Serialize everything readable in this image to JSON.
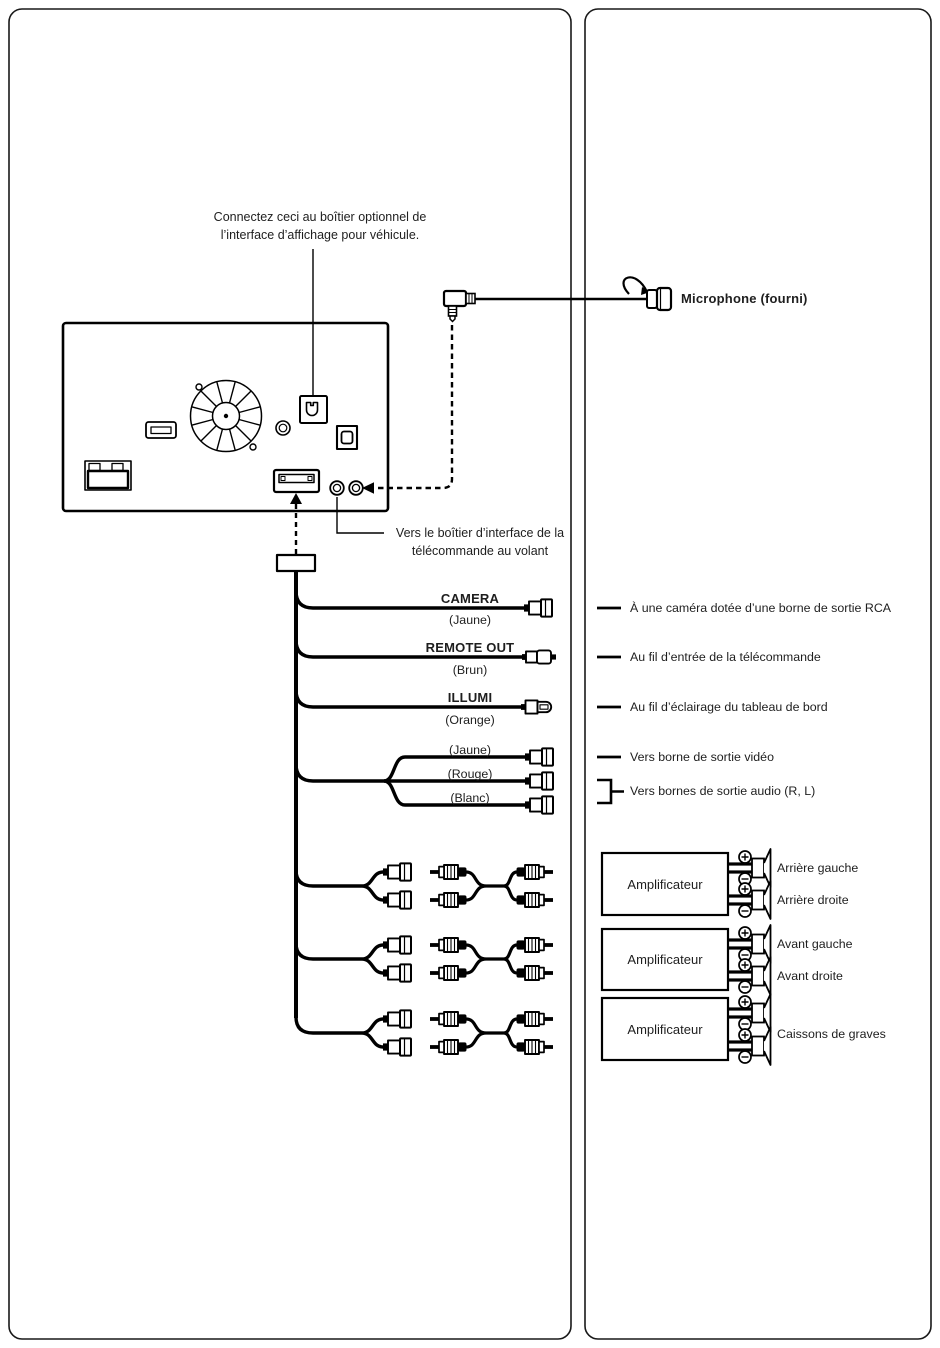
{
  "notes": {
    "display_interface": {
      "line1": "Connectez ceci au boîtier optionnel de",
      "line2": "l’interface d’affichage pour véhicule."
    },
    "steering_remote": {
      "line1": "Vers le boîtier d’interface de la",
      "line2": "télécommande au volant"
    }
  },
  "microphone": {
    "label": "Microphone (fourni)"
  },
  "wires": [
    {
      "label": "CAMERA",
      "color": "(Jaune)",
      "destination": "À une caméra dotée d’une borne de sortie RCA"
    },
    {
      "label": "REMOTE OUT",
      "color": "(Brun)",
      "destination": "Au fil d’entrée de la télécommande"
    },
    {
      "label": "ILLUMI",
      "color": "(Orange)",
      "destination": "Au fil d’éclairage du tableau de bord"
    }
  ],
  "av_outputs": {
    "colors": [
      {
        "color": "(Jaune)"
      },
      {
        "color": "(Rouge)"
      },
      {
        "color": "(Blanc)"
      }
    ],
    "video_destination": "Vers borne de sortie vidéo",
    "audio_destination": "Vers bornes de sortie audio (R, L)"
  },
  "amplifiers": [
    {
      "label": "Amplificateur",
      "speakers": [
        "Arrière gauche",
        "Arrière droite"
      ]
    },
    {
      "label": "Amplificateur",
      "speakers": [
        "Avant gauche",
        "Avant droite"
      ]
    },
    {
      "label": "Amplificateur",
      "speakers": [
        "Caissons de graves"
      ]
    }
  ],
  "icons": {
    "cooling_fan": "fan-icon",
    "usb_port": "usb-port-icon",
    "antenna_socket": "antenna-socket-icon",
    "av_jack": "round-jack-icon",
    "display_interface_port": "display-interface-port-icon",
    "reset_port": "square-port-icon",
    "harness_port": "main-harness-port-icon",
    "steering_remote_jack": "steering-remote-jack-icon",
    "mic_jack": "mic-jack-icon",
    "mic_plug": "mic-plug-icon",
    "microphone": "microphone-icon",
    "rca_female": "rca-female-connector-icon",
    "butt_connector": "butt-connector-icon",
    "spade_connector": "spade-connector-icon",
    "rca_male": "rca-male-plug-icon",
    "speaker": "speaker-icon",
    "plus_terminal": "plus-terminal-icon",
    "minus_terminal": "minus-terminal-icon"
  },
  "colors": {
    "line": "#000000",
    "text": "#1e1e1e",
    "background": "#ffffff"
  }
}
